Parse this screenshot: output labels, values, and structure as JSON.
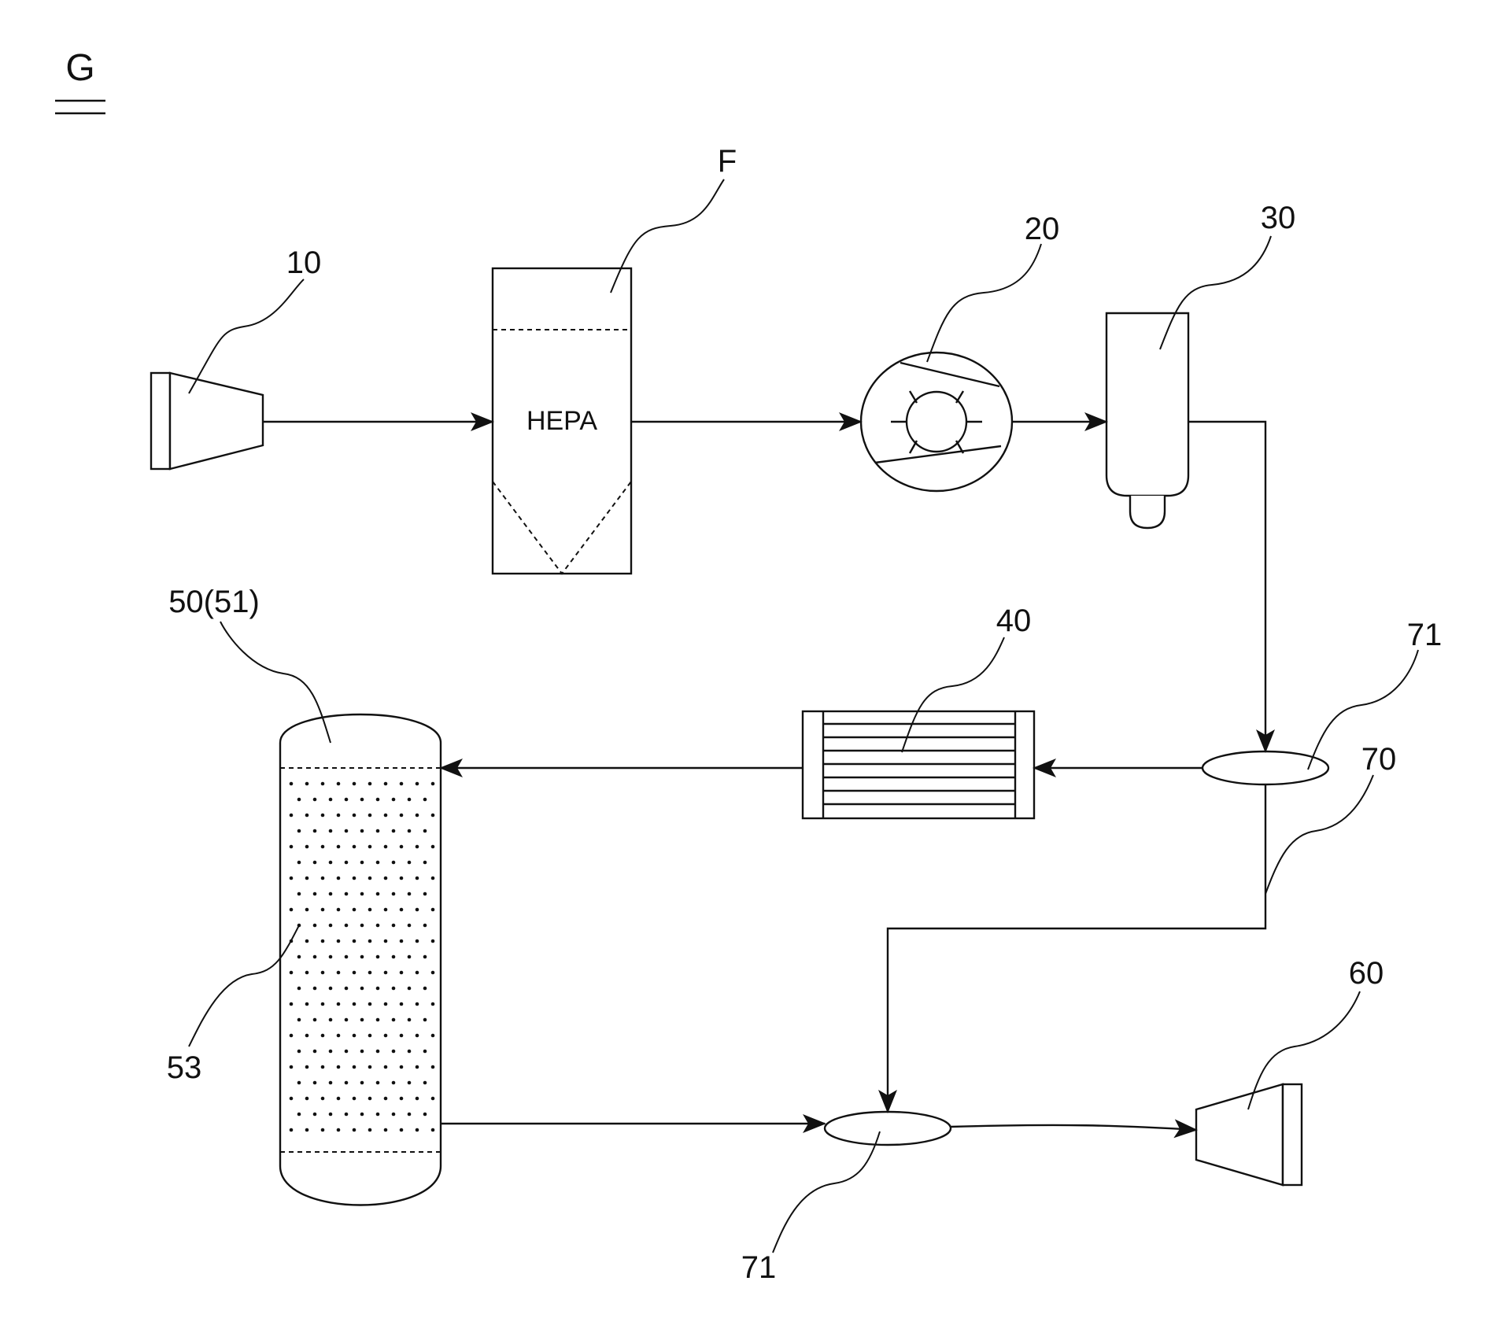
{
  "figure": {
    "label": "G"
  },
  "components": {
    "inlet": {
      "label": "10"
    },
    "filter": {
      "label": "F",
      "text": "HEPA"
    },
    "blower": {
      "label": "20"
    },
    "separator": {
      "label": "30"
    },
    "cooler": {
      "label": "40"
    },
    "column": {
      "label": "50(51)",
      "packing_label": "53"
    },
    "outlet": {
      "label": "60"
    },
    "bypass": {
      "label": "70"
    },
    "valve_top": {
      "label": "71"
    },
    "valve_bottom": {
      "label": "71"
    }
  },
  "colors": {
    "line": "#111111",
    "background": "#ffffff"
  }
}
